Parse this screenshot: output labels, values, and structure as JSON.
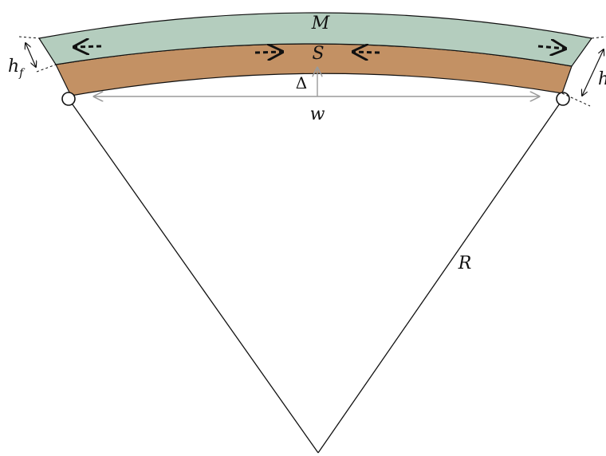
{
  "labels": {
    "membrane": "M",
    "substrate": "S",
    "deflection": "Δ",
    "width": "w",
    "radius": "R",
    "film_thickness_h": "h",
    "film_thickness_sub": "f",
    "total_thickness": "h"
  },
  "colors": {
    "membrane_fill": "#b4cdbe",
    "substrate_fill": "#c39164",
    "outline": "#111111",
    "measure": "#9a9a9a"
  },
  "arrows": {
    "membrane": [
      "arrow-left",
      "arrow-right"
    ],
    "substrate": [
      "arrow-right",
      "arrow-left"
    ]
  }
}
